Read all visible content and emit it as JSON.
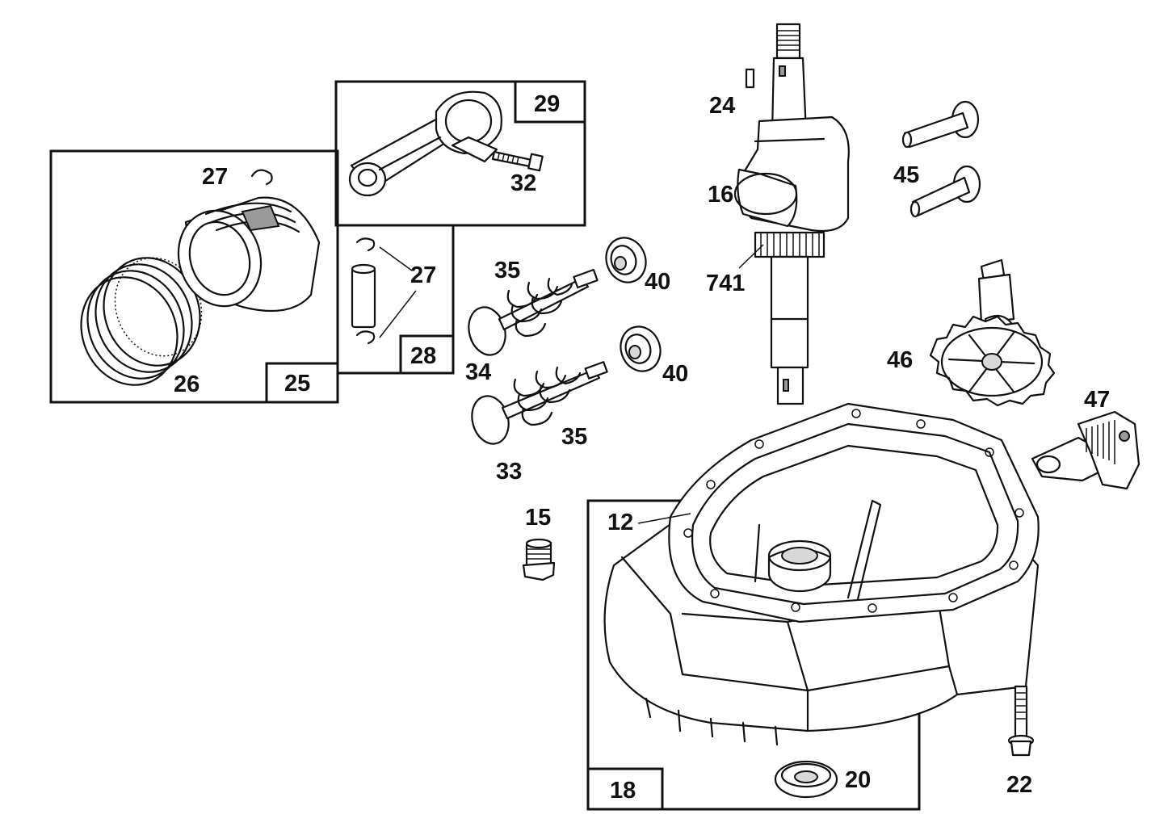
{
  "callouts": {
    "c12": "12",
    "c15": "15",
    "c16": "16",
    "c20": "20",
    "c22": "22",
    "c24": "24",
    "c26": "26",
    "c27a": "27",
    "c27b": "27",
    "c32": "32",
    "c33": "33",
    "c34": "34",
    "c35a": "35",
    "c35b": "35",
    "c40a": "40",
    "c40b": "40",
    "c45": "45",
    "c46": "46",
    "c47": "47",
    "c741": "741"
  },
  "kits": {
    "k18": "18",
    "k25": "25",
    "k28": "28",
    "k29": "29"
  }
}
